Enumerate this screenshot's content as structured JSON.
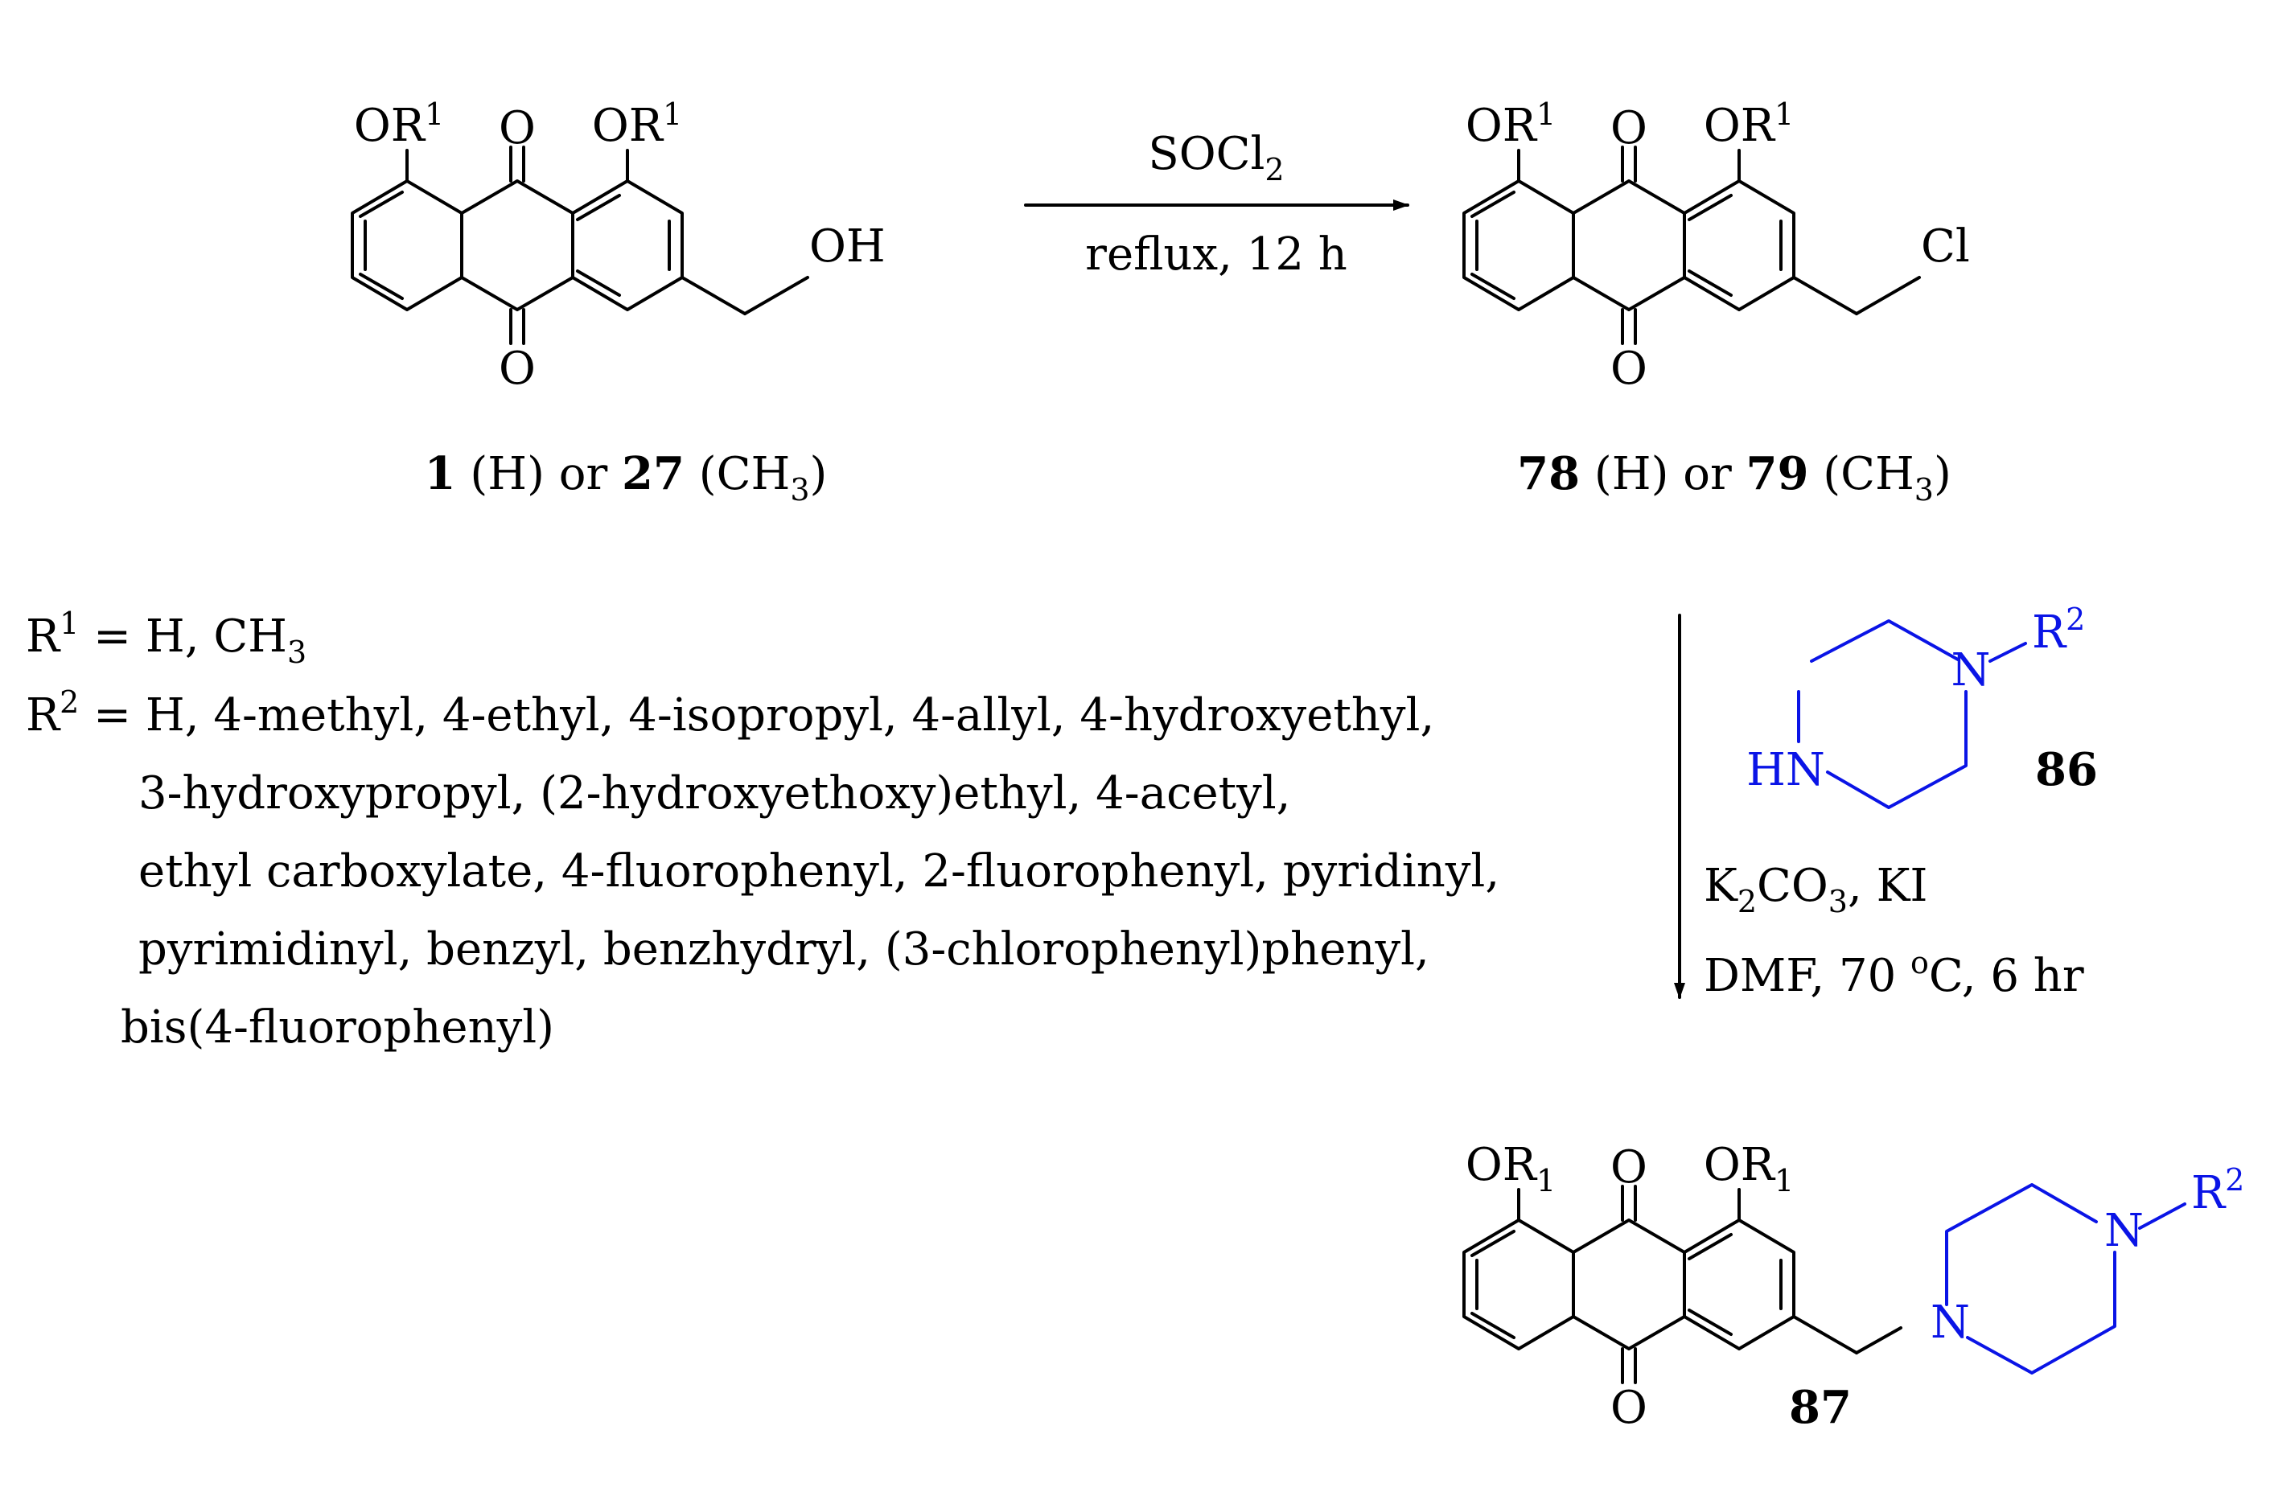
{
  "structures": {
    "start": {
      "or_left": "OR",
      "or_right": "OR",
      "r1_sup": "1",
      "o_top": "O",
      "o_bottom": "O",
      "oh": "OH"
    },
    "chloride": {
      "or_left": "OR",
      "or_right": "OR",
      "r1_sup": "1",
      "o_top": "O",
      "o_bottom": "O",
      "cl": "Cl"
    },
    "piperazine": {
      "n_top": "N",
      "hn": "HN",
      "r_symbol": "R",
      "r_sup": "2",
      "number": "86"
    },
    "product": {
      "or_left": "OR",
      "or_right": "OR",
      "r_sub": "1",
      "o_top": "O",
      "o_bottom": "O",
      "n_bottom": "N",
      "n_top": "N",
      "r_symbol": "R",
      "r_sup": "2",
      "number": "87"
    }
  },
  "captions": {
    "c1": {
      "num1": "1",
      "mid1": " (H) or ",
      "num2": "27",
      "mid2": " (CH",
      "subscript": "3",
      "end": ")"
    },
    "c2": {
      "num1": "78",
      "mid1": " (H) or ",
      "num2": "79",
      "mid2": " (CH",
      "subscript": "3",
      "end": ")"
    }
  },
  "steps": {
    "step1": {
      "reagent_main": "SOCl",
      "reagent_sub": "2",
      "condition": "reflux, 12 h"
    },
    "step2": {
      "reagent_a": "K",
      "reagent_a_sub1": "2",
      "reagent_b": "CO",
      "reagent_b_sub": "3",
      "reagent_c": ", KI",
      "cond_a": "DMF, 70 ",
      "cond_sup": "o",
      "cond_b": "C, 6 hr"
    }
  },
  "definitions": {
    "r1": {
      "symbol": "R",
      "sup": "1",
      "text": " = H, CH",
      "text_sub": "3"
    },
    "r2": {
      "symbol": "R",
      "sup": "2",
      "lines": [
        " = H, 4-methyl, 4-ethyl, 4-isopropyl, 4-allyl, 4-hydroxyethyl,",
        "3-hydroxypropyl, (2-hydroxyethoxy)ethyl, 4-acetyl,",
        "ethyl carboxylate, 4-fluorophenyl, 2-fluorophenyl, pyridinyl,",
        "pyrimidinyl, benzyl, benzhydryl, (3-chlorophenyl)phenyl,",
        "bis(4-fluorophenyl)"
      ]
    }
  },
  "colors": {
    "reagent_highlight": "#0a14e6",
    "ink": "#000000"
  }
}
